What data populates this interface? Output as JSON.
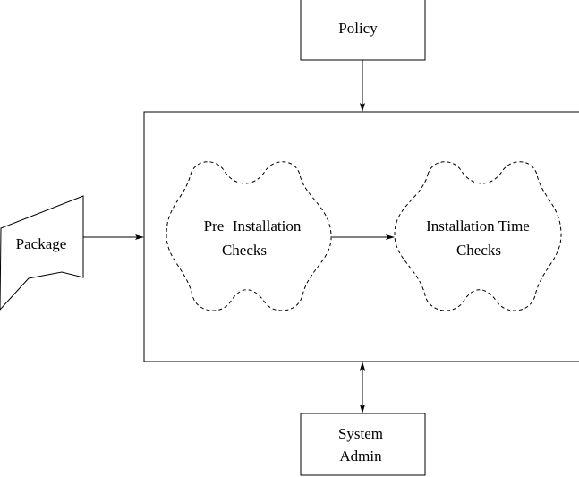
{
  "diagram": {
    "nodes": {
      "policy": {
        "label": "Policy"
      },
      "package": {
        "label": "Package"
      },
      "pre_installation": {
        "line1": "Pre−Installation",
        "line2": "Checks"
      },
      "installation_time": {
        "line1": "Installation Time",
        "line2": "Checks"
      },
      "system_admin": {
        "line1": "System",
        "line2": "Admin"
      }
    },
    "edges": [
      {
        "from": "policy",
        "to": "main-box",
        "style": "single-arrow"
      },
      {
        "from": "package",
        "to": "main-box",
        "style": "single-arrow"
      },
      {
        "from": "pre_installation",
        "to": "installation_time",
        "style": "single-arrow"
      },
      {
        "from": "main-box",
        "to": "system_admin",
        "style": "double-arrow"
      }
    ]
  }
}
